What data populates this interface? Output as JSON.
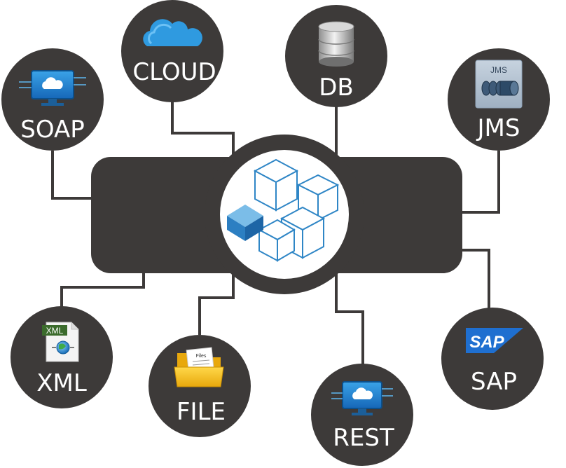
{
  "nodes": {
    "soap": {
      "label": "SOAP"
    },
    "cloud": {
      "label": "CLOUD"
    },
    "db": {
      "label": "DB"
    },
    "jms": {
      "label": "JMS",
      "icon_text": "JMS"
    },
    "xml": {
      "label": "XML",
      "icon_text": "XML"
    },
    "file": {
      "label": "FILE",
      "icon_text": "Files"
    },
    "rest": {
      "label": "REST"
    },
    "sap": {
      "label": "SAP",
      "icon_text": "SAP"
    }
  },
  "colors": {
    "dark": "#3d3a39",
    "connector": "#3d3a39",
    "hub_face": "#ffffff",
    "accent_blue": "#2f86c6",
    "sap_blue": "#1f6fd0",
    "folder_yellow": "#f6c21c"
  },
  "icons": {
    "soap": "monitor-cloud-icon",
    "cloud": "cloud-icon",
    "db": "database-icon",
    "jms": "jms-queue-icon",
    "xml": "xml-file-icon",
    "file": "folder-icon",
    "rest": "monitor-cloud-icon",
    "sap": "sap-logo-icon",
    "hub": "cubes-logo-icon"
  }
}
